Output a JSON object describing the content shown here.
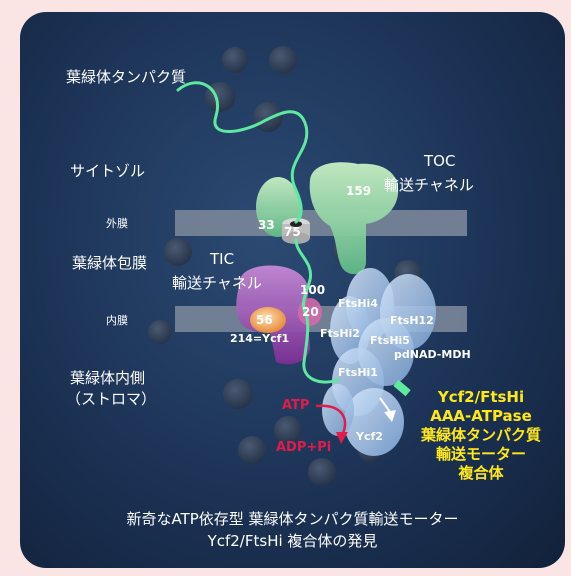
{
  "labels": {
    "chloroplast_protein": "葉緑体タンパク質",
    "cytosol": "サイトゾル",
    "outer_membrane": "外膜",
    "envelope": "葉緑体包膜",
    "inner_membrane": "内膜",
    "stroma_line1": "葉緑体内側",
    "stroma_line2": "（ストロマ）",
    "toc_line1": "TOC",
    "toc_line2": "輸送チャネル",
    "tic_line1": "TIC",
    "tic_line2": "輸送チャネル"
  },
  "proteins": {
    "toc159": "159",
    "toc33": "33",
    "toc75": "75",
    "tic100": "100",
    "tic20": "20",
    "tic56": "56",
    "tic214": "214=Ycf1",
    "ftshi4": "FtsHi4",
    "ftsh12": "FtsH12",
    "ftshi2": "FtsHi2",
    "ftshi5": "FtsHi5",
    "pdnad": "pdNAD-MDH",
    "ftshi1": "FtsHi1",
    "ycf2": "Ycf2"
  },
  "energy": {
    "atp": "ATP",
    "adp": "ADP+Pi"
  },
  "complex_label": {
    "line1": "Ycf2/FtsHi",
    "line2": "AAA-ATPase",
    "line3": "葉緑体タンパク質",
    "line4": "輸送モーター",
    "line5": "複合体"
  },
  "caption": {
    "line1": "新奇なATP依存型 葉緑体タンパク質輸送モーター",
    "line2": "Ycf2/FtsHi 複合体の発見"
  },
  "colors": {
    "background": "#fbe4e4",
    "panel": "#1c3356",
    "membrane": "#7a8699",
    "toc_green": "#8fd49a",
    "tic_purple": "#a458b8",
    "motor_blue": "#a9c8ee",
    "highlight_yellow": "#ffe81a",
    "atp_red": "#e01c4a",
    "peptide_green": "#5ee8a0"
  }
}
